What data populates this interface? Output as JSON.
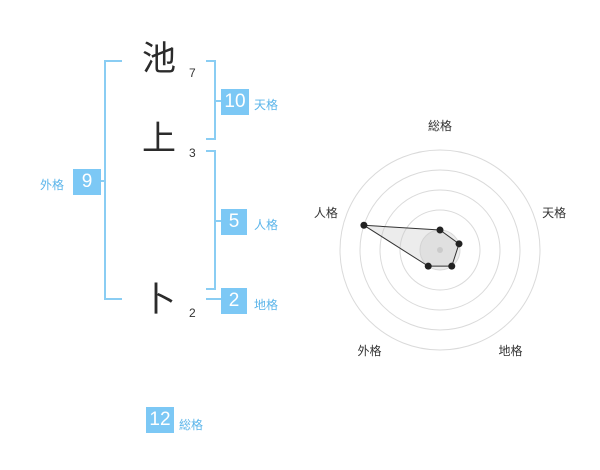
{
  "name": {
    "chars": [
      {
        "char": "池",
        "strokes": "7"
      },
      {
        "char": "上",
        "strokes": "3"
      },
      {
        "char": "卜",
        "strokes": "2"
      }
    ]
  },
  "fortune": {
    "tenkaku": {
      "value": "10",
      "label": "天格"
    },
    "jinkaku": {
      "value": "5",
      "label": "人格"
    },
    "chikaku": {
      "value": "2",
      "label": "地格"
    },
    "gaikaku": {
      "value": "9",
      "label": "外格"
    },
    "soukaku": {
      "value": "12",
      "label": "総格"
    }
  },
  "colors": {
    "accent": "#7cc8f5",
    "label": "#5bb5ea",
    "bracket": "#8acdf3"
  },
  "chart_data": {
    "type": "radar",
    "axes": [
      "総格",
      "天格",
      "地格",
      "外格",
      "人格"
    ],
    "values": [
      1,
      1,
      1,
      1,
      4
    ],
    "max": 5,
    "grid": true
  }
}
